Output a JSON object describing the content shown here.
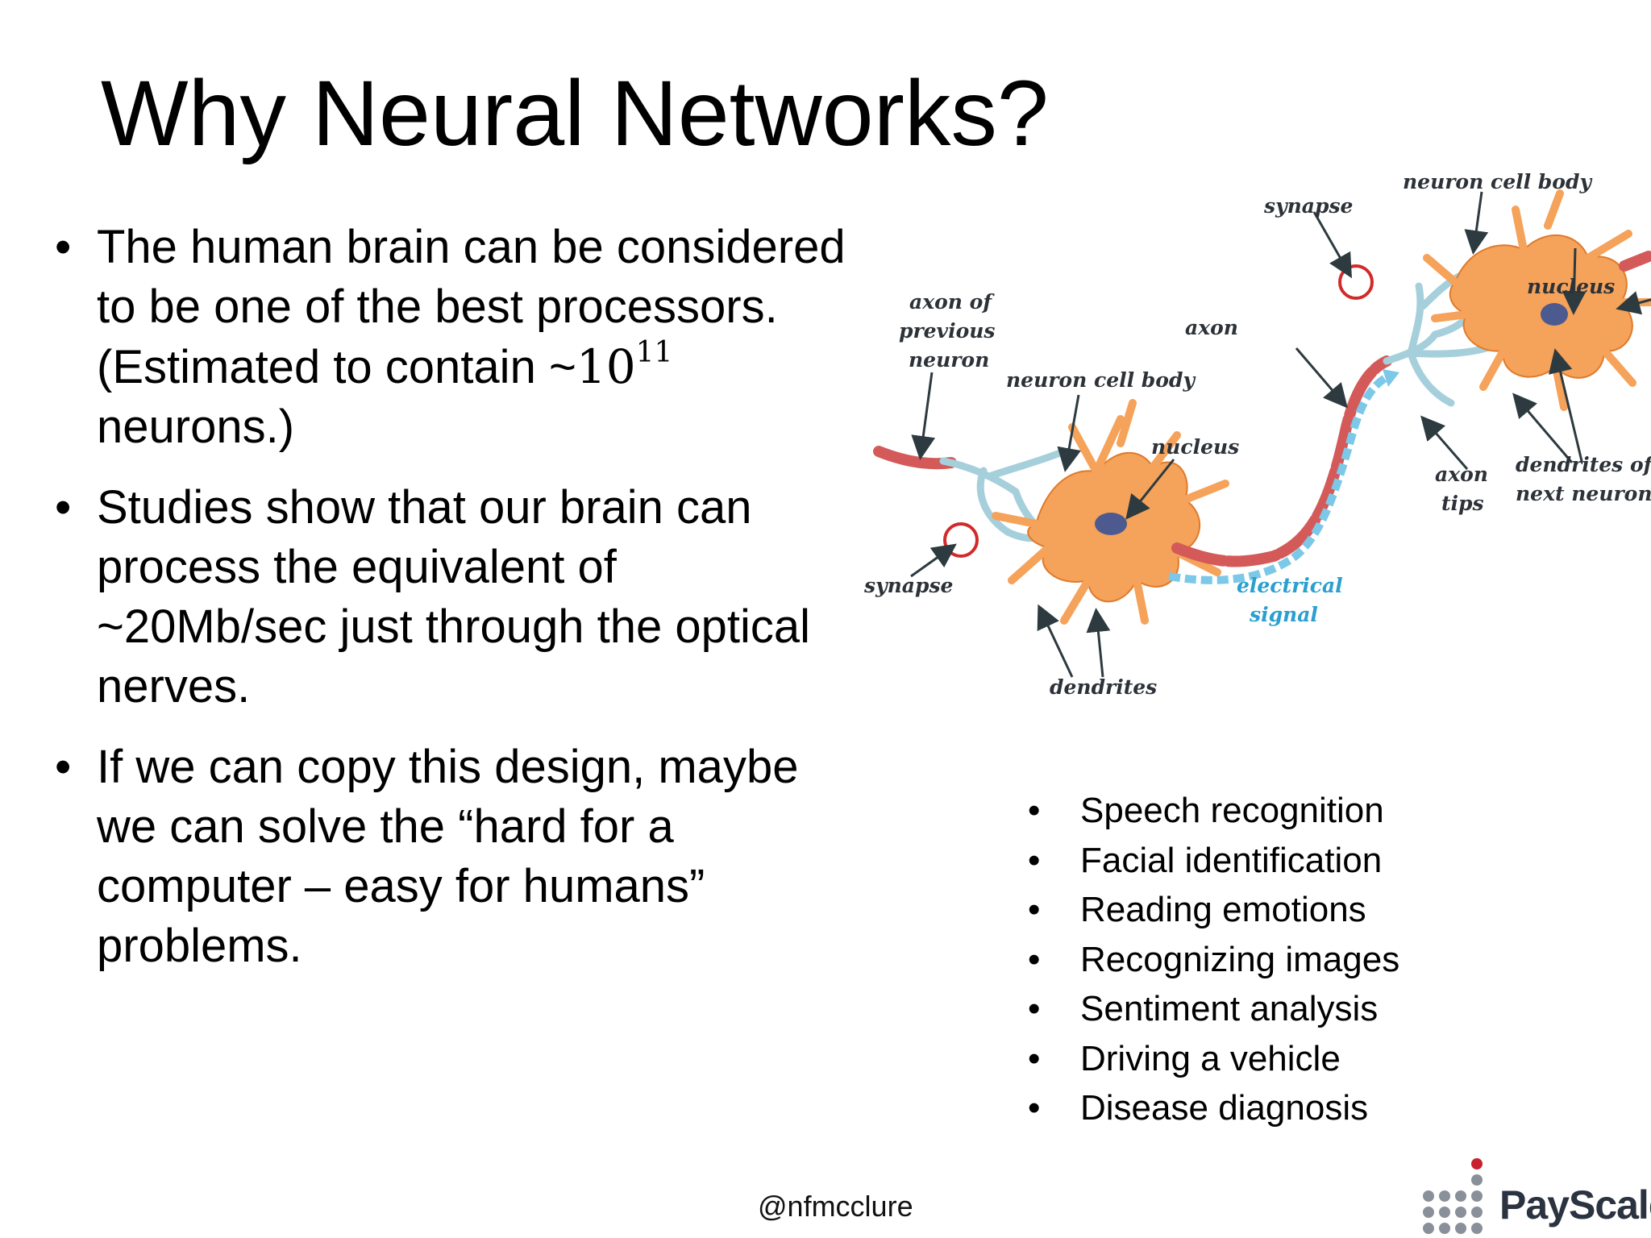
{
  "slide": {
    "title": "Why Neural Networks?",
    "bullets": [
      {
        "lines": [
          "The human brain can be considered",
          "to be one of the best processors."
        ],
        "estimate_prefix": "(Estimated to contain ~",
        "estimate_base": "10",
        "estimate_exponent": "11",
        "estimate_suffix": "neurons.)"
      },
      {
        "lines": [
          "Studies show that our brain can",
          "process the equivalent of",
          "~20Mb/sec just through the optical",
          "nerves."
        ]
      },
      {
        "lines": [
          "If we can copy this design, maybe",
          "we can solve the “hard for a",
          "computer – easy for humans”",
          "problems."
        ]
      }
    ],
    "applications": [
      "Speech recognition",
      "Facial identification",
      "Reading emotions",
      "Recognizing images",
      "Sentiment analysis",
      "Driving a vehicle",
      "Disease diagnosis"
    ],
    "bullet_glyph": "•",
    "footer_handle": "@nfmcclure",
    "logo_text": "PayScale"
  },
  "diagram": {
    "labels": {
      "axon_of": "axon of",
      "previous": "previous",
      "neuron": "neuron",
      "neuron_cell_body_1": "neuron cell body",
      "nucleus_1": "nucleus",
      "synapse_1": "synapse",
      "dendrites": "dendrites",
      "electrical": "electrical",
      "signal": "signal",
      "axon": "axon",
      "synapse_2": "synapse",
      "neuron_cell_body_2": "neuron cell body",
      "nucleus_2": "nucleus",
      "axon_tips_1": "axon",
      "axon_tips_2": "tips",
      "dendrites_of": "dendrites of",
      "next_neuron": "next neuron"
    },
    "colors": {
      "cell_body": "#f5a25a",
      "cell_outline": "#e07a2a",
      "nucleus": "#4d5a90",
      "axon": "#d45a5a",
      "dendrite_blue": "#a6cfdc",
      "signal": "#7cc8e8",
      "synapse_circle": "#d22a2a",
      "arrow": "#2d3a3f"
    }
  }
}
